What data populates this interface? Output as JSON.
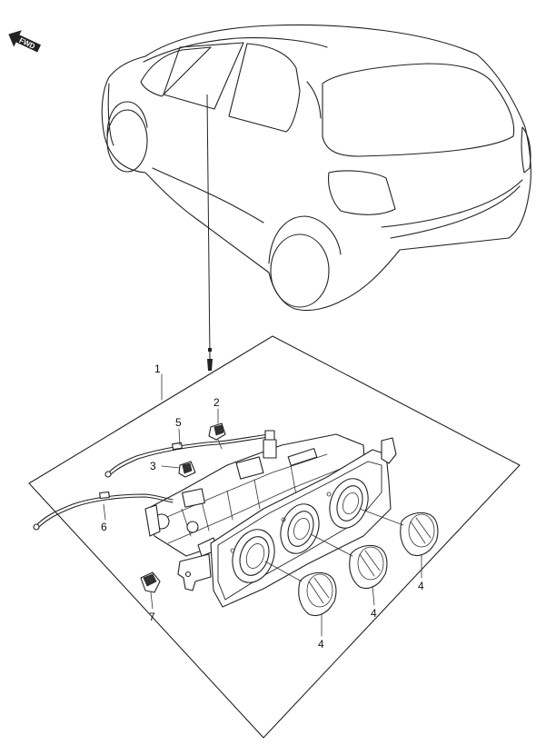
{
  "fwd_label": "FWD",
  "callouts": {
    "c1": "1",
    "c2": "2",
    "c3": "3",
    "c4a": "4",
    "c4b": "4",
    "c4c": "4",
    "c5": "5",
    "c6": "6",
    "c7": "7"
  }
}
